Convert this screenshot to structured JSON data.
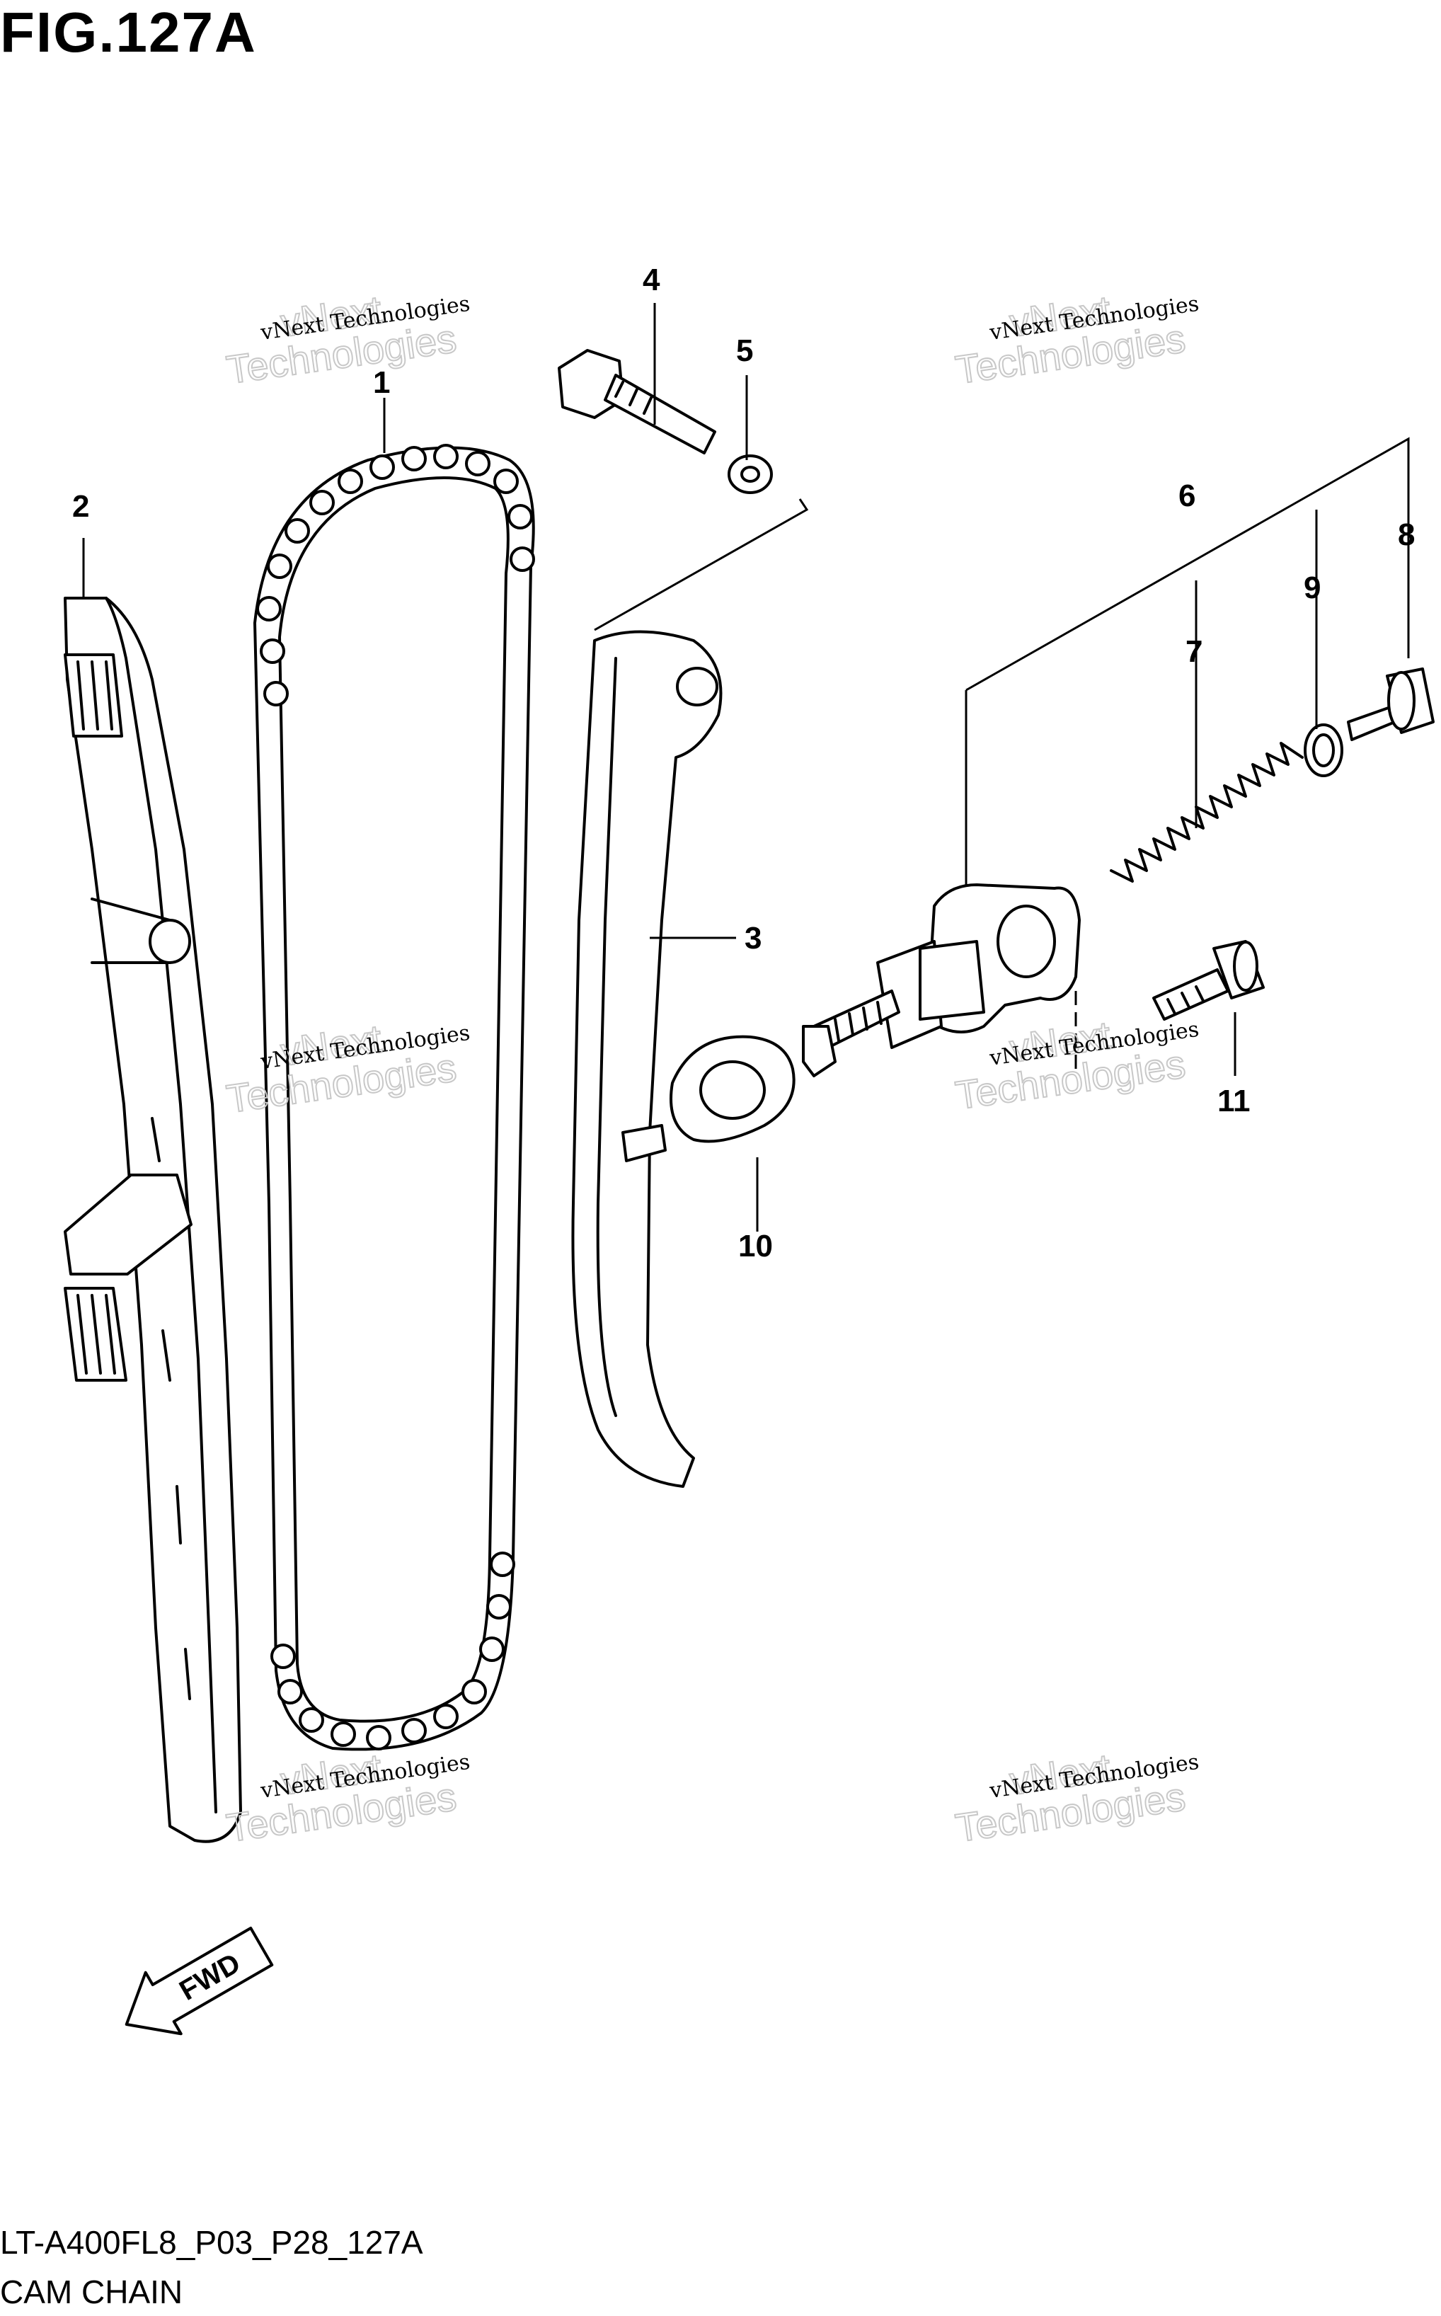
{
  "figure": {
    "title": "FIG.127A",
    "code": "LT-A400FL8_P03_P28_127A",
    "caption": "CAM CHAIN"
  },
  "callouts": [
    "1",
    "2",
    "3",
    "4",
    "5",
    "6",
    "7",
    "8",
    "9",
    "10",
    "11"
  ],
  "watermark": {
    "line1": "vNext Technologies",
    "line2": "Technologies",
    "line3": "vNext"
  },
  "direction_badge": "FWD"
}
